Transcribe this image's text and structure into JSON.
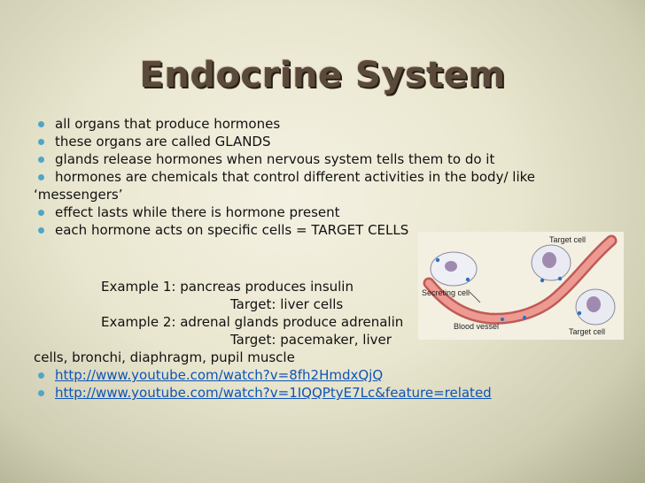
{
  "slide": {
    "title": "Endocrine System",
    "bullets": [
      "all organs that produce hormones",
      "these organs are called GLANDS",
      "glands release hormones when nervous system tells them to do it",
      "hormones are chemicals that control different activities in the body/ like"
    ],
    "bullet4_cont": "‘messengers’",
    "bullets2": [
      "effect lasts while there is hormone present",
      "each hormone acts on specific cells = TARGET CELLS"
    ],
    "examples": {
      "ex1": "Example 1: pancreas produces insulin",
      "ex1_target": "Target: liver cells",
      "ex2": "Example 2: adrenal glands produce adrenalin",
      "ex2_target": "Target: pacemaker,  liver",
      "ex2_cont": "cells, bronchi, diaphragm, pupil muscle"
    },
    "links": [
      "http://www.youtube.com/watch?v=8fh2HmdxQjQ",
      "http://www.youtube.com/watch?v=1IQQPtyE7Lc&feature=related"
    ]
  },
  "figure": {
    "labels": {
      "target_top": "Target cell",
      "secreting": "Secreting cell",
      "blood_vessel": "Blood vessel",
      "target_bottom": "Target cell"
    }
  },
  "colors": {
    "bullet": "#4fa6c6",
    "link": "#0e54b6",
    "title": "#5a4a3a",
    "vessel": "#e47a72"
  }
}
